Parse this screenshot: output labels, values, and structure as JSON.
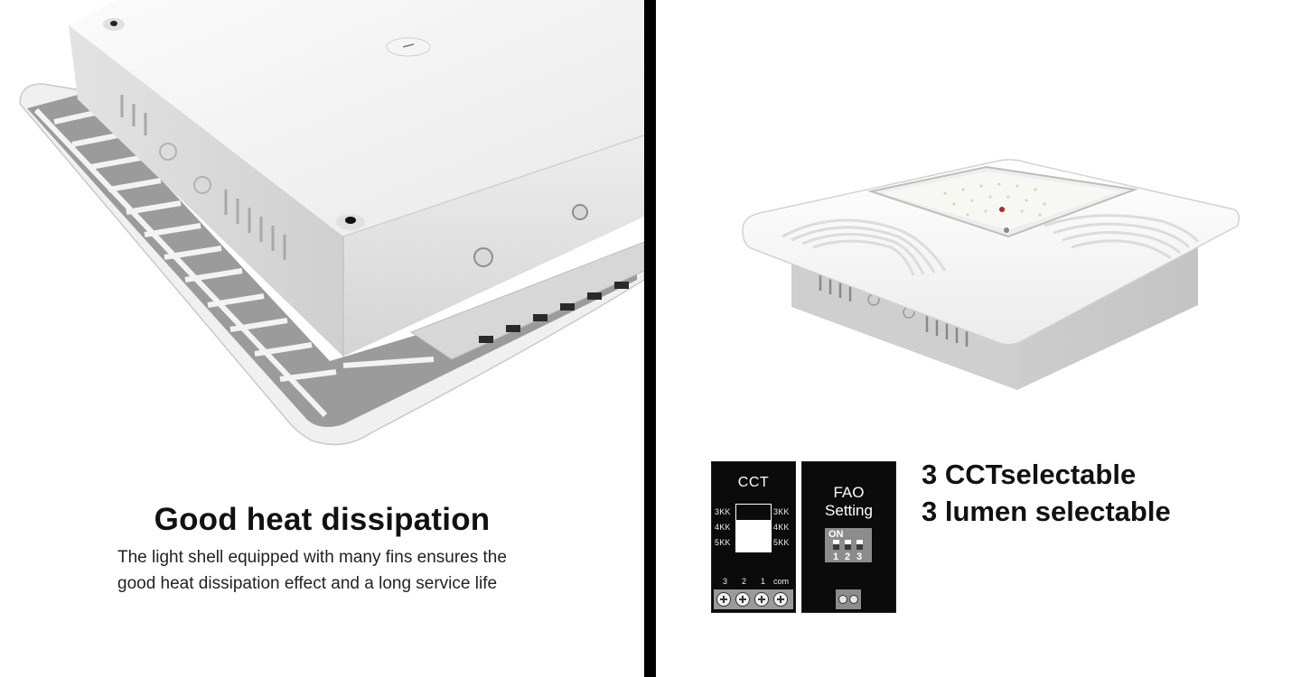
{
  "left": {
    "heading": "Good heat dissipation",
    "description_lines": [
      "The light shell equipped with many fins ensures the",
      "good heat dissipation effect and a long service life"
    ]
  },
  "right": {
    "heading_lines": [
      "3 CCTselectable",
      "3 lumen selectable"
    ],
    "cct_card": {
      "title": "CCT",
      "left_labels": [
        "3KK",
        "4KK",
        "5KK"
      ],
      "right_labels": [
        "3KK",
        "4KK",
        "5KK"
      ],
      "terminal_labels": [
        "3",
        "2",
        "1",
        "com"
      ]
    },
    "fao_card": {
      "title_lines": [
        "FAO",
        "Setting"
      ],
      "dip_on": "ON",
      "dip_numbers": [
        "1",
        "2",
        "3"
      ]
    }
  },
  "colors": {
    "background": "#ffffff",
    "divider": "#000000",
    "card": "#0b0b0b",
    "text": "#111111"
  }
}
